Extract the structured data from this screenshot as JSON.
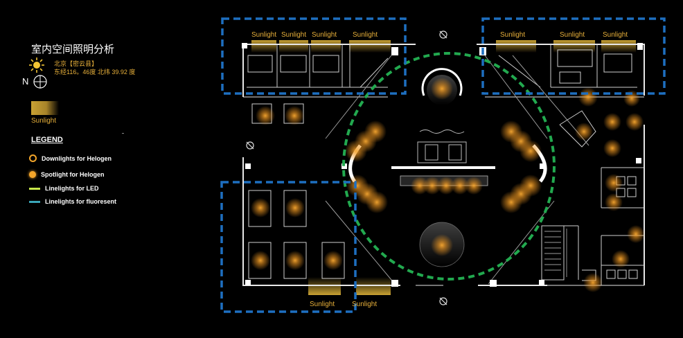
{
  "panel": {
    "title": "室内空间照明分析",
    "location_line1": "北京【密云县】",
    "location_line2": "东经116。46度 北纬 39.92 度",
    "north_label": "N",
    "sunlight_swatch_label": "Sunlight"
  },
  "legend": {
    "title": "LEGEND",
    "items": [
      {
        "label": "Downlights for Helogen",
        "marker": "ring"
      },
      {
        "label": "Spotlight for Helogen",
        "marker": "dot"
      },
      {
        "label": "Linelights for LED",
        "marker": "led-line"
      },
      {
        "label": "Linelights for fluoresent",
        "marker": "fluorescent-line"
      }
    ]
  },
  "plan": {
    "sunlight_labels": [
      "Sunlight",
      "Sunlight",
      "Sunlight",
      "Sunlight",
      "Sunlight",
      "Sunlight",
      "Sunlight",
      "Sunlight",
      "Sunlight"
    ],
    "colors": {
      "zone_box": "#1e6fc0",
      "circulation_ring": "#22a94f",
      "spotlight": "#f3a52a",
      "sunlight": "#e8b03a",
      "wall": "#ffffff"
    }
  }
}
